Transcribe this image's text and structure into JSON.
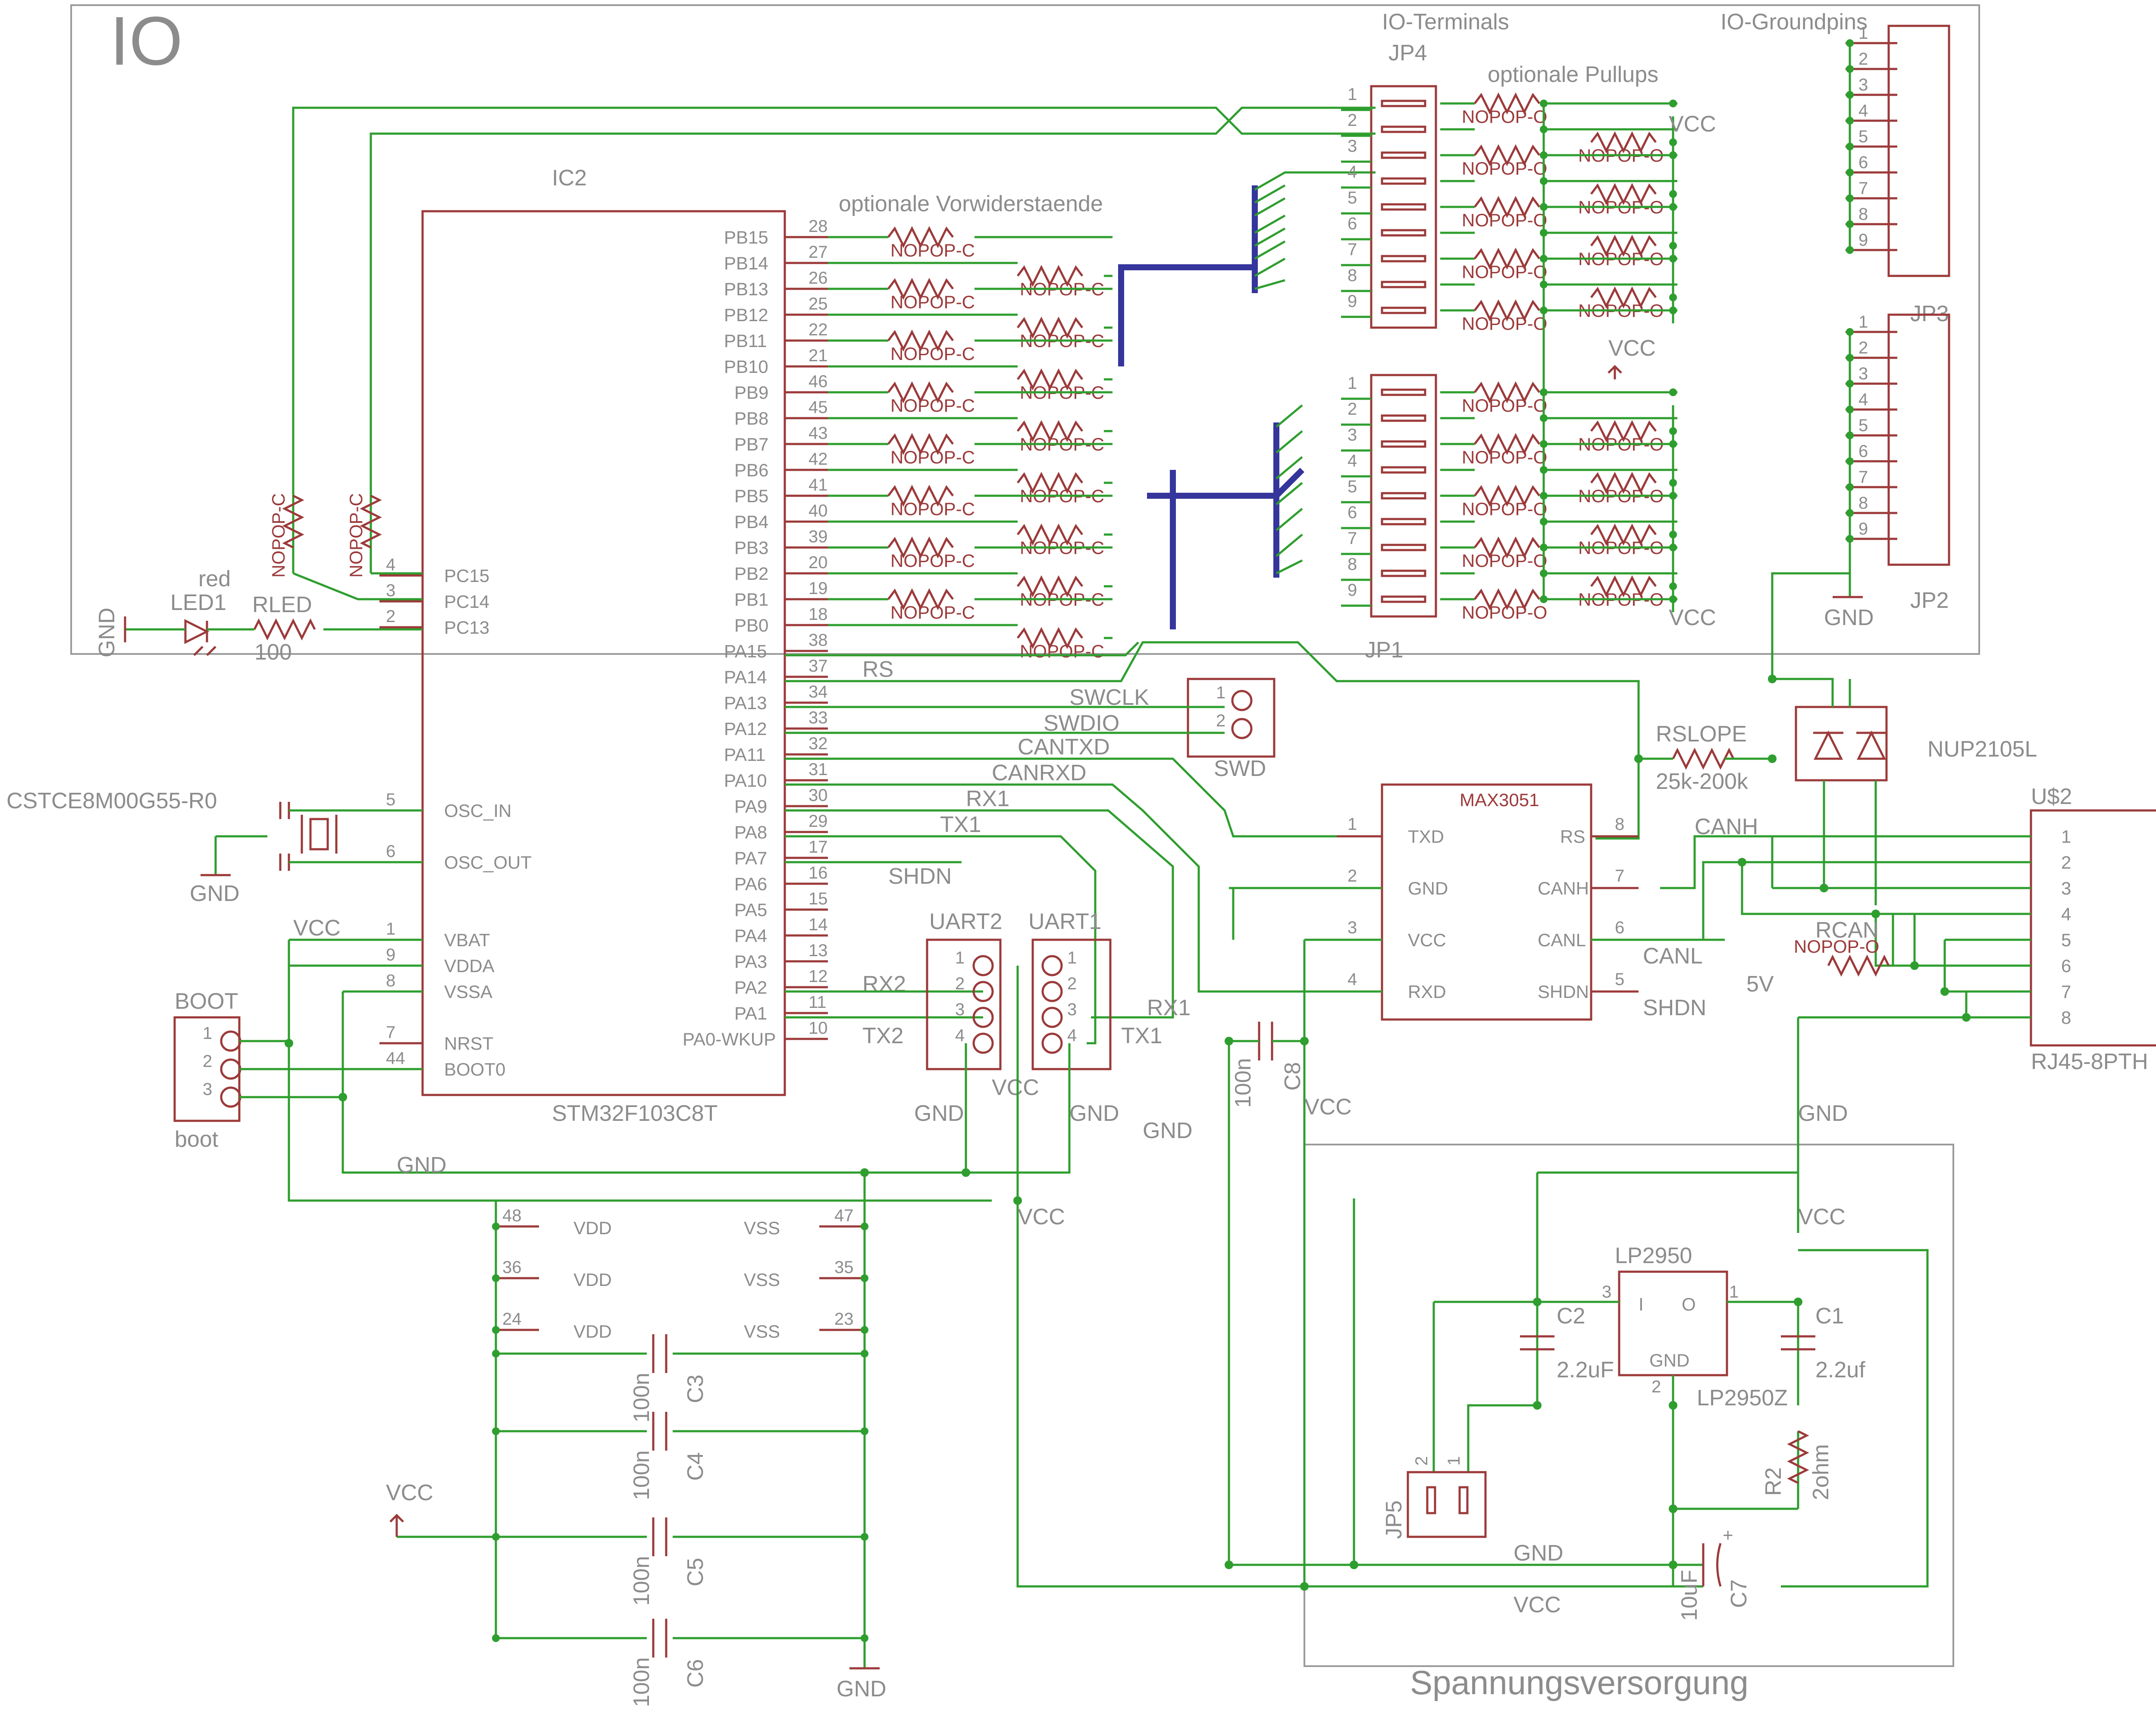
{
  "sections": {
    "io_frame": "IO",
    "power_frame": "Spannungsversorgung"
  },
  "mcu": {
    "ref": "IC2",
    "value": "STM32F103C8T",
    "left_pins": [
      {
        "num": "4",
        "name": "PC15"
      },
      {
        "num": "3",
        "name": "PC14"
      },
      {
        "num": "2",
        "name": "PC13"
      },
      {
        "num": "5",
        "name": "OSC_IN"
      },
      {
        "num": "6",
        "name": "OSC_OUT"
      },
      {
        "num": "1",
        "name": "VBAT"
      },
      {
        "num": "9",
        "name": "VDDA"
      },
      {
        "num": "8",
        "name": "VSSA"
      },
      {
        "num": "7",
        "name": "NRST"
      },
      {
        "num": "44",
        "name": "BOOT0"
      }
    ],
    "right_pins": [
      {
        "num": "28",
        "name": "PB15"
      },
      {
        "num": "27",
        "name": "PB14"
      },
      {
        "num": "26",
        "name": "PB13"
      },
      {
        "num": "25",
        "name": "PB12"
      },
      {
        "num": "22",
        "name": "PB11"
      },
      {
        "num": "21",
        "name": "PB10"
      },
      {
        "num": "46",
        "name": "PB9"
      },
      {
        "num": "45",
        "name": "PB8"
      },
      {
        "num": "43",
        "name": "PB7"
      },
      {
        "num": "42",
        "name": "PB6"
      },
      {
        "num": "41",
        "name": "PB5"
      },
      {
        "num": "40",
        "name": "PB4"
      },
      {
        "num": "39",
        "name": "PB3"
      },
      {
        "num": "20",
        "name": "PB2"
      },
      {
        "num": "19",
        "name": "PB1"
      },
      {
        "num": "18",
        "name": "PB0"
      },
      {
        "num": "38",
        "name": "PA15"
      },
      {
        "num": "37",
        "name": "PA14"
      },
      {
        "num": "34",
        "name": "PA13"
      },
      {
        "num": "33",
        "name": "PA12"
      },
      {
        "num": "32",
        "name": "PA11"
      },
      {
        "num": "31",
        "name": "PA10"
      },
      {
        "num": "30",
        "name": "PA9"
      },
      {
        "num": "29",
        "name": "PA8"
      },
      {
        "num": "17",
        "name": "PA7"
      },
      {
        "num": "16",
        "name": "PA6"
      },
      {
        "num": "15",
        "name": "PA5"
      },
      {
        "num": "14",
        "name": "PA4"
      },
      {
        "num": "13",
        "name": "PA3"
      },
      {
        "num": "12",
        "name": "PA2"
      },
      {
        "num": "11",
        "name": "PA1"
      },
      {
        "num": "10",
        "name": "PA0-WKUP"
      }
    ],
    "power_pins": [
      {
        "num": "48",
        "name": "VDD"
      },
      {
        "num": "36",
        "name": "VDD"
      },
      {
        "num": "24",
        "name": "VDD"
      },
      {
        "num": "47",
        "name": "VSS"
      },
      {
        "num": "35",
        "name": "VSS"
      },
      {
        "num": "23",
        "name": "VSS"
      }
    ]
  },
  "notes": {
    "vorwiderstaende": "optionale Vorwiderstaende",
    "pullups": "optionale Pullups",
    "io_terminals": "IO-Terminals",
    "io_groundpins": "IO-Groundpins"
  },
  "resistor_value": "NOPOP-C",
  "pullup_value": "NOPOP-O",
  "connectors": {
    "jp4": "JP4",
    "jp1": "JP1",
    "jp3": "JP3",
    "jp2": "JP2",
    "pin_numbers": [
      "1",
      "2",
      "3",
      "4",
      "5",
      "6",
      "7",
      "8",
      "9"
    ]
  },
  "led": {
    "ref": "LED1",
    "color": "red",
    "res_ref": "RLED",
    "res_value": "100"
  },
  "crystal": "CSTCE8M00G55-R0",
  "boot": {
    "ref": "BOOT",
    "value": "boot",
    "pins": [
      "1",
      "2",
      "3"
    ]
  },
  "swd": {
    "ref": "SWD",
    "pins": [
      "1",
      "2"
    ],
    "swclk": "SWCLK",
    "swdio": "SWDIO"
  },
  "uart2": {
    "ref": "UART2",
    "pins": [
      "1",
      "2",
      "3",
      "4"
    ]
  },
  "uart1": {
    "ref": "UART1",
    "pins": [
      "1",
      "2",
      "3",
      "4"
    ]
  },
  "nets": {
    "vcc": "VCC",
    "gnd": "GND",
    "fivev": "5V",
    "rs": "RS",
    "cantxd": "CANTXD",
    "canrxd": "CANRXD",
    "rx1": "RX1",
    "tx1": "TX1",
    "rx2": "RX2",
    "tx2": "TX2",
    "shdn": "SHDN",
    "canh": "CANH",
    "canl": "CANL"
  },
  "transceiver": {
    "ref": "MAX3051",
    "left": [
      {
        "num": "1",
        "name": "TXD"
      },
      {
        "num": "2",
        "name": "GND"
      },
      {
        "num": "3",
        "name": "VCC"
      },
      {
        "num": "4",
        "name": "RXD"
      }
    ],
    "right": [
      {
        "num": "8",
        "name": "RS"
      },
      {
        "num": "7",
        "name": "CANH"
      },
      {
        "num": "6",
        "name": "CANL"
      },
      {
        "num": "5",
        "name": "SHDN"
      }
    ]
  },
  "rslope": {
    "ref": "RSLOPE",
    "value": "25k-200k"
  },
  "tvs": "NUP2105L",
  "rj45": {
    "ref": "U$2",
    "value": "RJ45-8PTH",
    "pins": [
      "1",
      "2",
      "3",
      "4",
      "5",
      "6",
      "7",
      "8"
    ]
  },
  "rcan": {
    "ref": "RCAN",
    "value": "NOPOP-O"
  },
  "caps": {
    "c3": "C3",
    "c4": "C4",
    "c5": "C5",
    "c6": "C6",
    "c8": "C8",
    "cval": "100n",
    "c1": "C1",
    "c1v": "2.2uf",
    "c2": "C2",
    "c2v": "2.2uF",
    "c7": "C7",
    "c7v": "10uF"
  },
  "regulator": {
    "ref": "LP2950",
    "value": "LP2950Z",
    "i": "I",
    "o": "O",
    "gnd": "GND",
    "p1": "1",
    "p2": "2",
    "p3": "3"
  },
  "r2": {
    "ref": "R2",
    "value": "2ohm"
  },
  "jp5": {
    "ref": "JP5",
    "pins": [
      "2",
      "1"
    ]
  }
}
